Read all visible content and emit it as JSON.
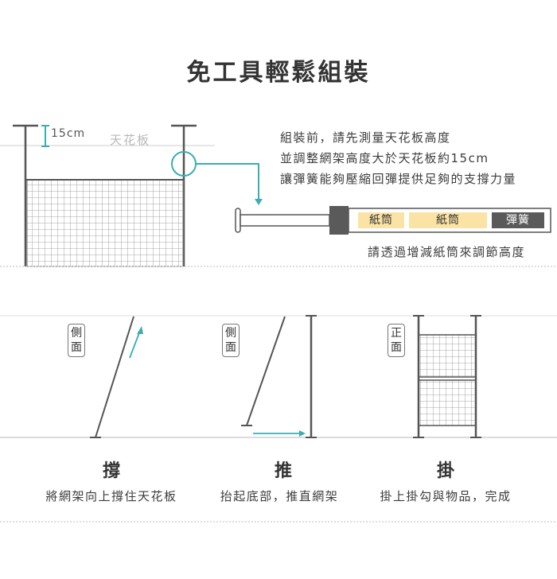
{
  "title": "免工具輕鬆組裝",
  "top_diagram": {
    "gap_label": "15cm",
    "ceiling_label": "天花板",
    "instructions": [
      "組裝前，請先測量天花板高度",
      "並調整網架高度大於天花板約15cm",
      "讓彈簧能夠壓縮回彈提供足夠的支撐力量"
    ],
    "tube_labels": [
      "紙筒",
      "紙筒"
    ],
    "spring_label": "彈簧",
    "adjust_note": "請透過增減紙筒來調節高度"
  },
  "colors": {
    "accent": "#3aaeb0",
    "frame": "#555555",
    "tube": "#fbe3a5",
    "spring": "#5a5a5a"
  },
  "steps": [
    {
      "tag": "側面",
      "title": "撐",
      "desc": "將網架向上撐住天花板"
    },
    {
      "tag": "側面",
      "title": "推",
      "desc": "抬起底部，推直網架"
    },
    {
      "tag": "正面",
      "title": "掛",
      "desc": "掛上掛勾與物品，完成"
    }
  ]
}
